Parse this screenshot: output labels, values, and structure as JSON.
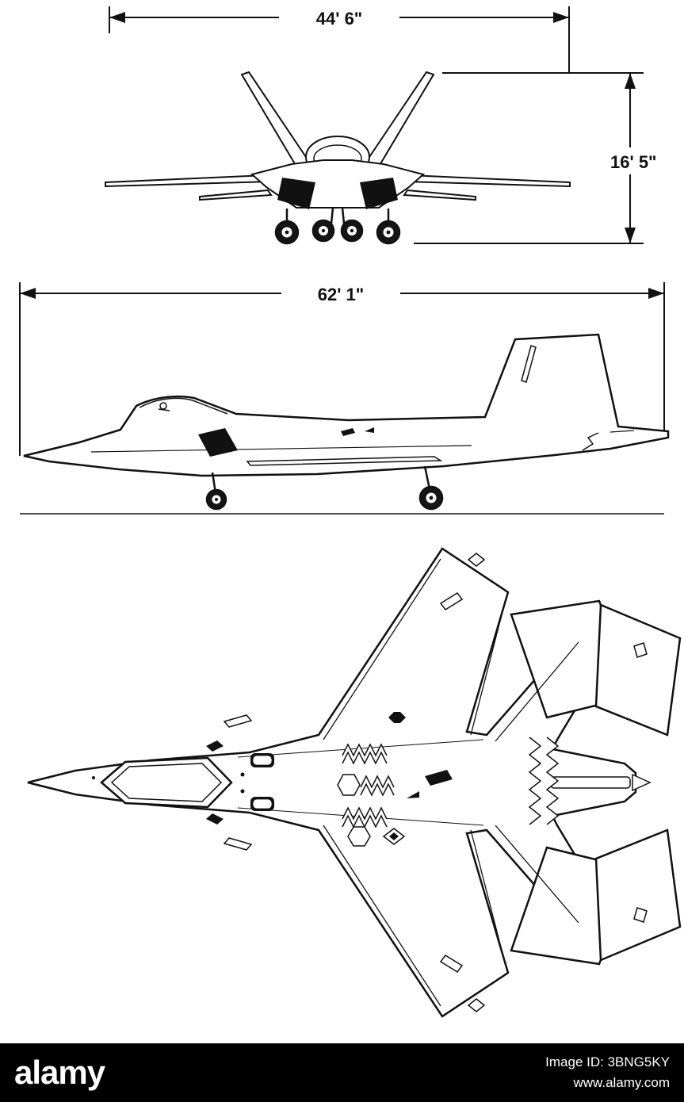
{
  "dimensions": {
    "wingspan": "44' 6\"",
    "height": "16' 5\"",
    "length": "62' 1\""
  },
  "watermark": {
    "brand": "alamy",
    "image_id": "Image ID: 3BNG5KY",
    "website": "www.alamy.com"
  },
  "colors": {
    "ink": "#111111",
    "paper": "#ffffff",
    "watermark_bg": "#000000",
    "watermark_text": "#ffffff"
  }
}
